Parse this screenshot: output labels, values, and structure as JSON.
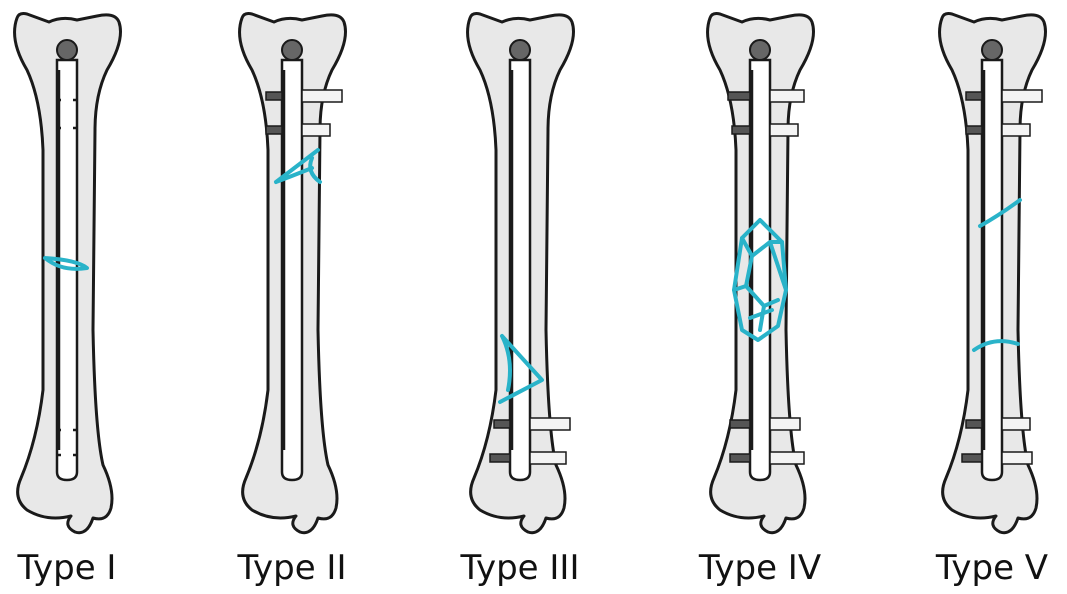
{
  "panels": [
    {
      "label": "Type I"
    },
    {
      "label": "Type II"
    },
    {
      "label": "Type III"
    },
    {
      "label": "Type IV"
    },
    {
      "label": "Type V"
    }
  ],
  "colors": {
    "fracture": "#29b3c9",
    "bone": "#e8e8e8",
    "outline": "#1a1a1a"
  }
}
